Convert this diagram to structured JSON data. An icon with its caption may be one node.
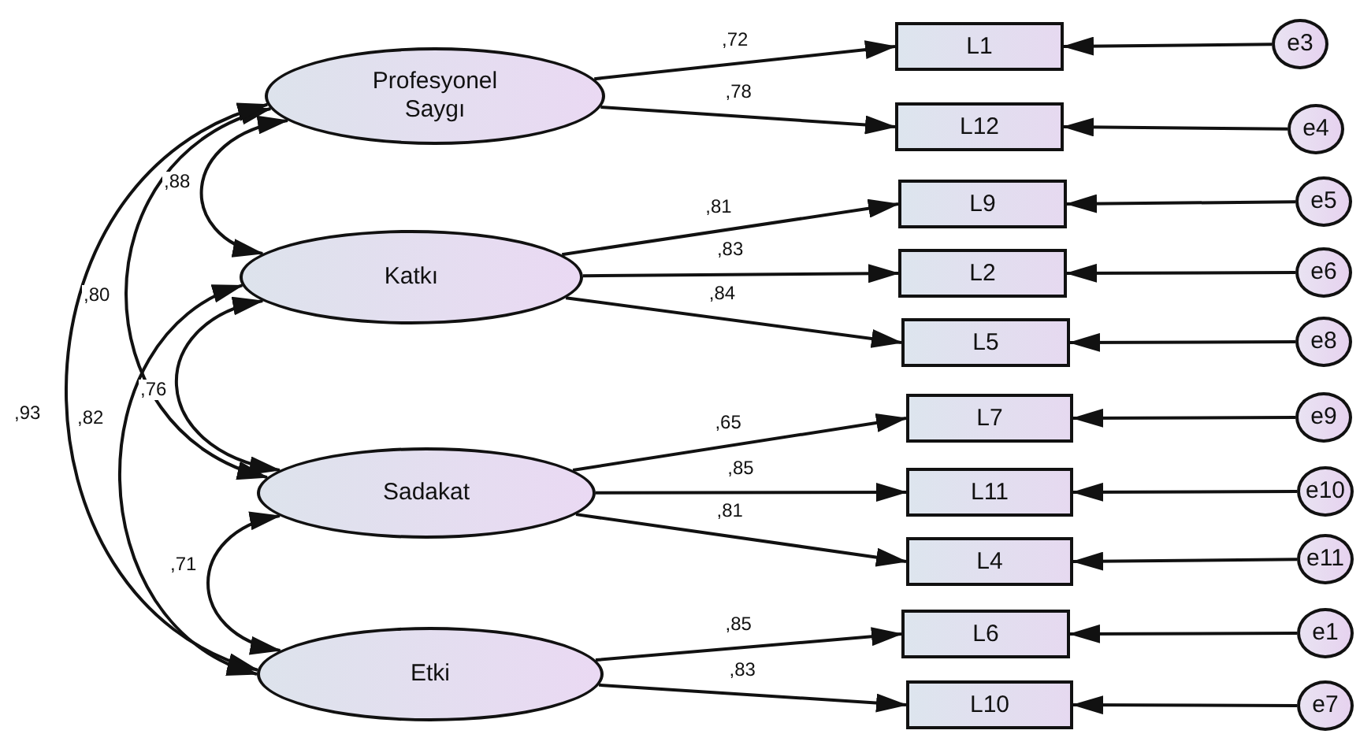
{
  "diagram": {
    "nodes": [
      {
        "text": [
          "Profesyonel Saygı"
        ]
      },
      {
        "text": [
          "Katkı"
        ]
      },
      {
        "text": [
          "Sadakat"
        ]
      },
      {
        "text": [
          "Etki"
        ]
      },
      {
        "text": [
          "L1"
        ]
      },
      {
        "text": [
          "L12"
        ]
      },
      {
        "text": [
          "L9"
        ]
      },
      {
        "text": [
          "L2"
        ]
      },
      {
        "text": [
          "L5"
        ]
      },
      {
        "text": [
          "L7"
        ]
      },
      {
        "text": [
          "L11"
        ]
      },
      {
        "text": [
          "L4"
        ]
      },
      {
        "text": [
          "L6"
        ]
      },
      {
        "text": [
          "L10"
        ]
      },
      {
        "text": [
          "e3"
        ]
      },
      {
        "text": [
          "e4"
        ]
      },
      {
        "text": [
          "e5"
        ]
      },
      {
        "text": [
          "e6"
        ]
      },
      {
        "text": [
          "e8"
        ]
      },
      {
        "text": [
          "e9"
        ]
      },
      {
        "text": [
          "e10"
        ]
      },
      {
        "text": [
          "e11"
        ]
      },
      {
        "text": [
          "e1"
        ]
      },
      {
        "text": [
          "e7"
        ]
      }
    ],
    "edges": [
      {
        "from": 0,
        "to": 4,
        "arrow": "to",
        "label": ",72"
      },
      {
        "from": 0,
        "to": 5,
        "arrow": "to",
        "label": ",78"
      },
      {
        "from": 1,
        "to": 6,
        "arrow": "to",
        "label": ",81"
      },
      {
        "from": 1,
        "to": 7,
        "arrow": "to",
        "label": ",83"
      },
      {
        "from": 1,
        "to": 8,
        "arrow": "to",
        "label": ",84"
      },
      {
        "from": 2,
        "to": 9,
        "arrow": "to",
        "label": ",65"
      },
      {
        "from": 2,
        "to": 10,
        "arrow": "to",
        "label": ",85"
      },
      {
        "from": 2,
        "to": 11,
        "arrow": "to",
        "label": ",81"
      },
      {
        "from": 3,
        "to": 12,
        "arrow": "to",
        "label": ",85"
      },
      {
        "from": 3,
        "to": 13,
        "arrow": "to",
        "label": ",83"
      },
      {
        "from": 14,
        "to": 4,
        "arrow": "to"
      },
      {
        "from": 15,
        "to": 5,
        "arrow": "to"
      },
      {
        "from": 16,
        "to": 6,
        "arrow": "to"
      },
      {
        "from": 17,
        "to": 7,
        "arrow": "to"
      },
      {
        "from": 18,
        "to": 8,
        "arrow": "to"
      },
      {
        "from": 19,
        "to": 9,
        "arrow": "to"
      },
      {
        "from": 20,
        "to": 10,
        "arrow": "to"
      },
      {
        "from": 21,
        "to": 11,
        "arrow": "to"
      },
      {
        "from": 22,
        "to": 12,
        "arrow": "to"
      },
      {
        "from": 23,
        "to": 13,
        "arrow": "to"
      },
      {
        "from": 0,
        "to": 1,
        "arrow": "both",
        "label": ",88"
      },
      {
        "from": 0,
        "to": 2,
        "arrow": "both",
        "label": ",80"
      },
      {
        "from": 0,
        "to": 3,
        "arrow": "both",
        "label": ",93"
      },
      {
        "from": 1,
        "to": 2,
        "arrow": "both",
        "label": ",76"
      },
      {
        "from": 1,
        "to": 3,
        "arrow": "both",
        "label": ",82"
      },
      {
        "from": 2,
        "to": 3,
        "arrow": "both",
        "label": ",71"
      }
    ]
  }
}
